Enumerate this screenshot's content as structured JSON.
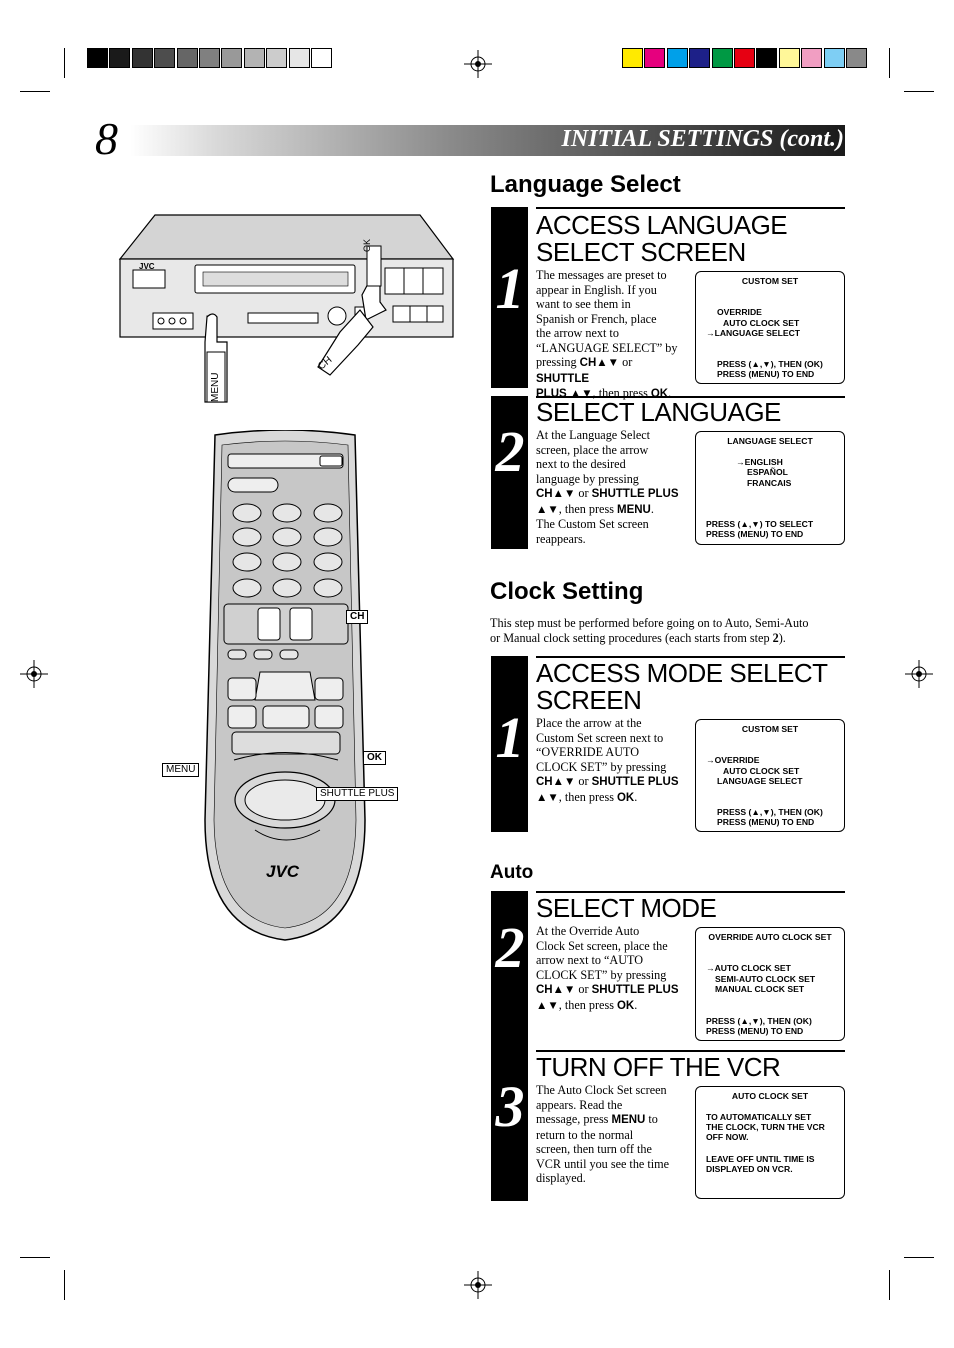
{
  "header": {
    "page_number": "8",
    "title": "INITIAL SETTINGS (cont.)"
  },
  "colors": {
    "calibration_gray": [
      "#000000",
      "#1a1a1a",
      "#333333",
      "#4d4d4d",
      "#666666",
      "#808080",
      "#999999",
      "#b3b3b3",
      "#cccccc",
      "#e6e6e6",
      "#ffffff"
    ],
    "calibration_color": [
      "#ffea00",
      "#e6007e",
      "#00a0e9",
      "#1d2088",
      "#009944",
      "#e60012",
      "#000000",
      "#fff799",
      "#f19ec2",
      "#7ecef4",
      "#898989"
    ]
  },
  "language_select": {
    "title": "Language Select",
    "step1": {
      "number": "1",
      "heading_line1": "ACCESS LANGUAGE",
      "heading_line2": "SELECT SCREEN",
      "body_lines": [
        "The messages are preset to",
        "appear in English. If you",
        "want to see them in",
        "Spanish or French, place",
        "the arrow next to",
        "“LANGUAGE SELECT” by"
      ],
      "body_tail_a": "pressing ",
      "body_b1": "CH▲▼",
      "body_tail_b": " or ",
      "body_b2": "SHUTTLE",
      "body_b3": "PLUS ▲▼",
      "body_tail_c": ", then press ",
      "body_b4": "OK",
      "body_tail_d": ".",
      "screen": {
        "title": "CUSTOM SET",
        "lines": [
          "OVERRIDE",
          "AUTO CLOCK SET",
          "→LANGUAGE SELECT"
        ],
        "footer": [
          "PRESS (▲,▼), THEN (OK)",
          "PRESS (MENU) TO END"
        ]
      }
    },
    "step2": {
      "number": "2",
      "heading_line1": "SELECT LANGUAGE",
      "body_lines": [
        "At the Language Select",
        "screen, place the arrow",
        "next to the desired",
        "language by pressing"
      ],
      "body_b1": "CH▲▼",
      "body_t1": " or ",
      "body_b2": "SHUTTLE PLUS",
      "body_b3": "▲▼",
      "body_t2": ", then press ",
      "body_b4": "MENU",
      "body_t3": ".",
      "body_lines2": [
        "The Custom Set screen",
        "reappears."
      ],
      "screen": {
        "title": "LANGUAGE SELECT",
        "lines": [
          "→ENGLISH",
          "ESPAÑOL",
          "FRANCAIS"
        ],
        "footer": [
          "PRESS (▲,▼) TO SELECT",
          "PRESS (MENU) TO END"
        ]
      }
    }
  },
  "clock_setting": {
    "title": "Clock Setting",
    "intro_a": "This step must be performed before going on to Auto, Semi-Auto",
    "intro_b": "or Manual clock setting procedures (each starts from step ",
    "intro_bold": "2",
    "intro_c": ").",
    "step1": {
      "number": "1",
      "heading_line1": "ACCESS MODE SELECT",
      "heading_line2": "SCREEN",
      "body_lines": [
        "Place the arrow at the",
        "Custom Set screen next to",
        "“OVERRIDE AUTO",
        "CLOCK SET” by pressing"
      ],
      "body_b1": "CH▲▼",
      "body_t1": " or ",
      "body_b2": "SHUTTLE PLUS",
      "body_b3": "▲▼",
      "body_t2": ", then press ",
      "body_b4": "OK",
      "body_t3": ".",
      "screen": {
        "title": "CUSTOM SET",
        "lines": [
          "→OVERRIDE",
          "AUTO CLOCK SET",
          "LANGUAGE SELECT"
        ],
        "footer": [
          "PRESS (▲,▼), THEN (OK)",
          "PRESS (MENU) TO END"
        ]
      }
    },
    "auto_title": "Auto",
    "step2": {
      "number": "2",
      "heading_line1": "SELECT MODE",
      "body_lines": [
        "At the Override Auto",
        "Clock Set screen, place the",
        "arrow next to “AUTO",
        "CLOCK SET” by pressing"
      ],
      "body_b1": "CH▲▼",
      "body_t1": " or ",
      "body_b2": "SHUTTLE PLUS",
      "body_b3": "▲▼",
      "body_t2": ", then press ",
      "body_b4": "OK",
      "body_t3": ".",
      "screen": {
        "title": "OVERRIDE AUTO CLOCK SET",
        "lines": [
          "→AUTO CLOCK SET",
          "SEMI-AUTO CLOCK SET",
          "MANUAL CLOCK SET"
        ],
        "footer": [
          "PRESS (▲,▼), THEN (OK)",
          "PRESS (MENU) TO END"
        ]
      }
    },
    "step3": {
      "number": "3",
      "heading_line1": "TURN OFF THE VCR",
      "body_l1": "The Auto Clock Set screen",
      "body_l2": "appears. Read the",
      "body_l3a": "message, press ",
      "body_l3b": "MENU",
      "body_l3c": " to",
      "body_lines": [
        "return to the normal",
        "screen, then turn off the",
        "VCR until you see the time",
        "displayed."
      ],
      "screen": {
        "title": "AUTO CLOCK SET",
        "lines": [
          "TO AUTOMATICALLY SET",
          "THE CLOCK, TURN THE VCR",
          "OFF NOW."
        ],
        "footer": [
          "LEAVE OFF UNTIL TIME IS",
          "DISPLAYED ON VCR."
        ]
      }
    }
  },
  "illustration": {
    "vcr_brand": "JVC",
    "vcr_label_ok": "OK",
    "vcr_label_menu": "MENU",
    "vcr_label_ch": "CH",
    "remote_brand": "JVC",
    "remote_label_ch": "CH",
    "remote_label_menu": "MENU",
    "remote_label_ok": "OK",
    "remote_label_shuttle": "SHUTTLE PLUS"
  }
}
